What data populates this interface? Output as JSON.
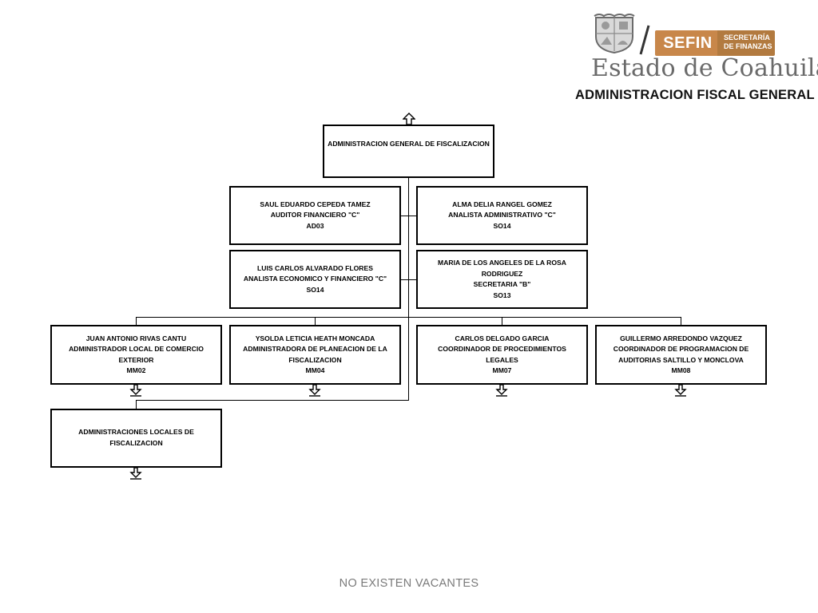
{
  "header": {
    "brand_badge": "SEFIN",
    "brand_text_line1": "SECRETARÍA",
    "brand_text_line2": "DE FINANZAS",
    "state_name": "Estado de Coahuila",
    "agency_name": "ADMINISTRACION FISCAL GENERAL",
    "accent_color": "#c8874a"
  },
  "org_chart": {
    "root": {
      "title": "ADMINISTRACION GENERAL DE FISCALIZACION"
    },
    "staff": [
      {
        "name": "SAUL EDUARDO CEPEDA TAMEZ",
        "position": "AUDITOR FINANCIERO \"C\"",
        "code": "AD03"
      },
      {
        "name": "ALMA DELIA RANGEL GOMEZ",
        "position": "ANALISTA ADMINISTRATIVO \"C\"",
        "code": "SO14"
      },
      {
        "name": "LUIS CARLOS ALVARADO FLORES",
        "position": "ANALISTA ECONOMICO Y FINANCIERO \"C\"",
        "code": "SO14"
      },
      {
        "name": "MARIA DE LOS ANGELES DE LA ROSA RODRIGUEZ",
        "position": "SECRETARIA \"B\"",
        "code": "SO13"
      }
    ],
    "managers": [
      {
        "name": "JUAN ANTONIO RIVAS CANTU",
        "position_line1": "ADMINISTRADOR LOCAL DE COMERCIO",
        "position_line2": "EXTERIOR",
        "code": "MM02"
      },
      {
        "name": "YSOLDA LETICIA HEATH MONCADA",
        "position_line1": "ADMINISTRADORA DE PLANEACION DE LA",
        "position_line2": "FISCALIZACION",
        "code": "MM04"
      },
      {
        "name": "CARLOS DELGADO GARCIA",
        "position_line1": "COORDINADOR DE PROCEDIMIENTOS LEGALES",
        "position_line2": "",
        "code": "MM07"
      },
      {
        "name": "GUILLERMO ARREDONDO VAZQUEZ",
        "position_line1": "COORDINADOR DE PROGRAMACION DE",
        "position_line2": "AUDITORIAS SALTILLO Y MONCLOVA",
        "code": "MM08"
      }
    ],
    "sub_unit": {
      "title": "ADMINISTRACIONES LOCALES DE FISCALIZACION"
    }
  },
  "footer": {
    "note": "NO EXISTEN VACANTES"
  }
}
